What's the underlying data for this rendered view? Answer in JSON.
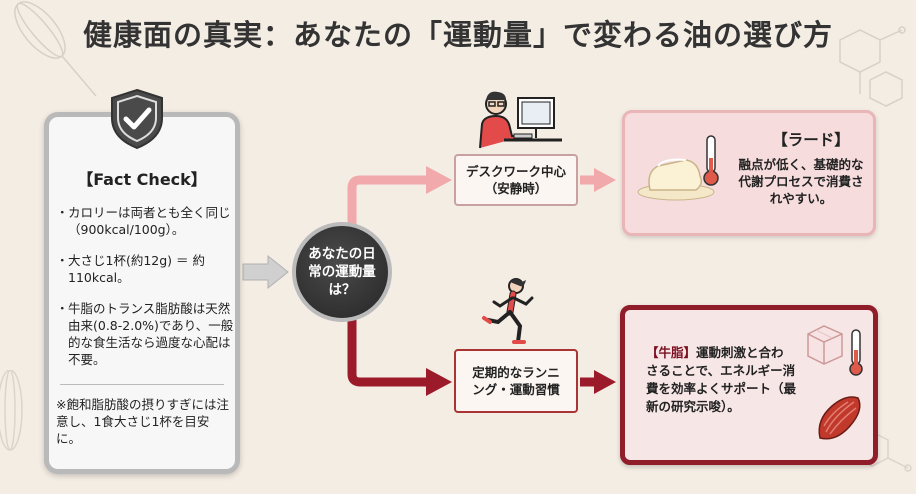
{
  "title": "健康面の真実：あなたの「運動量」で変わる油の選び方",
  "fact_check": {
    "heading": "【Fact Check】",
    "items": [
      "カロリーは両者とも全く同じ（900kcal/100g）。",
      "大さじ1杯(約12g) ＝ 約110kcal。",
      "牛脂のトランス脂肪酸は天然由来(0.8-2.0%)であり、一般的な食生活なら過度な心配は不要。"
    ],
    "note": "※飽和脂肪酸の摂りすぎには注意し、1食大さじ1杯を目安に。",
    "bullet": "・"
  },
  "center": {
    "label": "あなたの日常の運動量は？"
  },
  "branches": {
    "desk": {
      "label": "デスクワーク中心（安静時）"
    },
    "running": {
      "label": "定期的なランニング・運動習慣"
    }
  },
  "results": {
    "lard": {
      "title": "【ラード】",
      "text": "融点が低く、基礎的な代謝プロセスで消費されやすい。"
    },
    "tallow": {
      "title": "【牛脂】",
      "text": "運動刺激と合わさることで、エネルギー消費を効率よくサポート（最新の研究示唆）。"
    }
  },
  "icons": {
    "shield": "shield-check-icon",
    "desk_worker": "desk-worker-icon",
    "runner": "runner-icon",
    "lard": "melting-lard-icon",
    "tallow": "tallow-cube-icon",
    "thermometer": "thermometer-icon",
    "muscle": "muscle-icon"
  },
  "colors": {
    "desk_arrow": "#f1a9ab",
    "run_arrow": "#9b1b2b",
    "tallow_border": "#8f1e2a",
    "lard_bg": "#f6dcdc",
    "circle": "#2f2f2f"
  }
}
